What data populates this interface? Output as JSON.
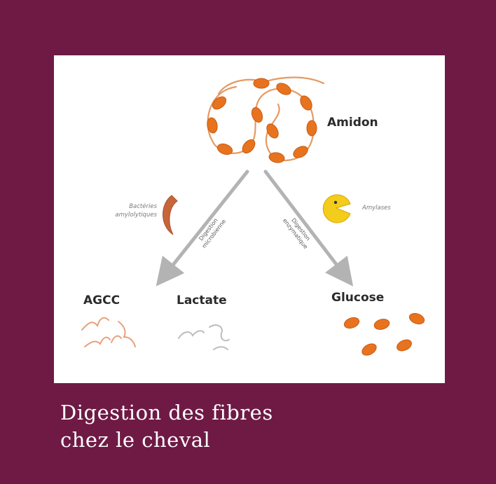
{
  "diagram": {
    "labels": {
      "amidon": "Amidon",
      "bacteries": [
        "Bactéries",
        "amylolytiques"
      ],
      "amylases": "Amylases",
      "digestion_microbienne": [
        "Digestion",
        "microbienne"
      ],
      "digestion_enzymatique": [
        "Digestion",
        "enzymatique"
      ],
      "agcc": "AGCC",
      "lactate": "Lactate",
      "glucose": "Glucose"
    },
    "colors": {
      "granule": "#e8731f",
      "granule_stroke": "#c85a10",
      "chain": "#e59a62",
      "arrow": "#b3b3b3",
      "bacterium": "#c7653a",
      "pacman": "#f4cc1c",
      "agcc_squiggle": "#e8a07a",
      "lactate_squiggle": "#bdbdbd",
      "background": "#6e1a45"
    },
    "icons": [
      "bacterium-icon",
      "pacman-enzyme-icon"
    ]
  },
  "caption": {
    "line1": "Digestion des fibres",
    "line2": "chez le cheval"
  }
}
